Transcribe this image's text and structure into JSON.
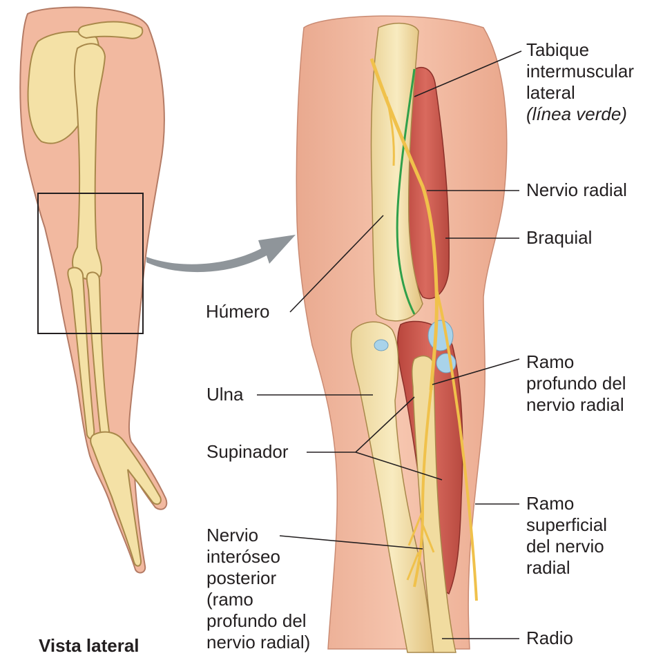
{
  "view_title": "Vista lateral",
  "colors": {
    "skin": "#f2b9a0",
    "skin_outline": "#b47b65",
    "bone": "#f4e1a6",
    "bone_outline": "#a8884a",
    "muscle": "#cf5a4f",
    "nerve": "#f0c14b",
    "cartilage": "#a9d3ea",
    "septum_line": "#2fa04a",
    "arrow": "#8f959a"
  },
  "labels": {
    "tabique": {
      "lines": [
        "Tabique",
        "intermuscular",
        "lateral"
      ],
      "note": "(línea verde)"
    },
    "nervio_radial": {
      "lines": [
        "Nervio radial"
      ]
    },
    "braquial": {
      "lines": [
        "Braquial"
      ]
    },
    "humero": {
      "lines": [
        "Húmero"
      ]
    },
    "ramo_profundo": {
      "lines": [
        "Ramo",
        "profundo del",
        "nervio radial"
      ]
    },
    "ulna": {
      "lines": [
        "Ulna"
      ]
    },
    "supinador": {
      "lines": [
        "Supinador"
      ]
    },
    "ramo_superficial": {
      "lines": [
        "Ramo",
        "superficial",
        "del nervio",
        "radial"
      ]
    },
    "interoseo": {
      "lines": [
        "Nervio",
        "interóseo",
        "posterior",
        "(ramo",
        "profundo del",
        "nervio radial)"
      ]
    },
    "radio": {
      "lines": [
        "Radio"
      ]
    }
  }
}
